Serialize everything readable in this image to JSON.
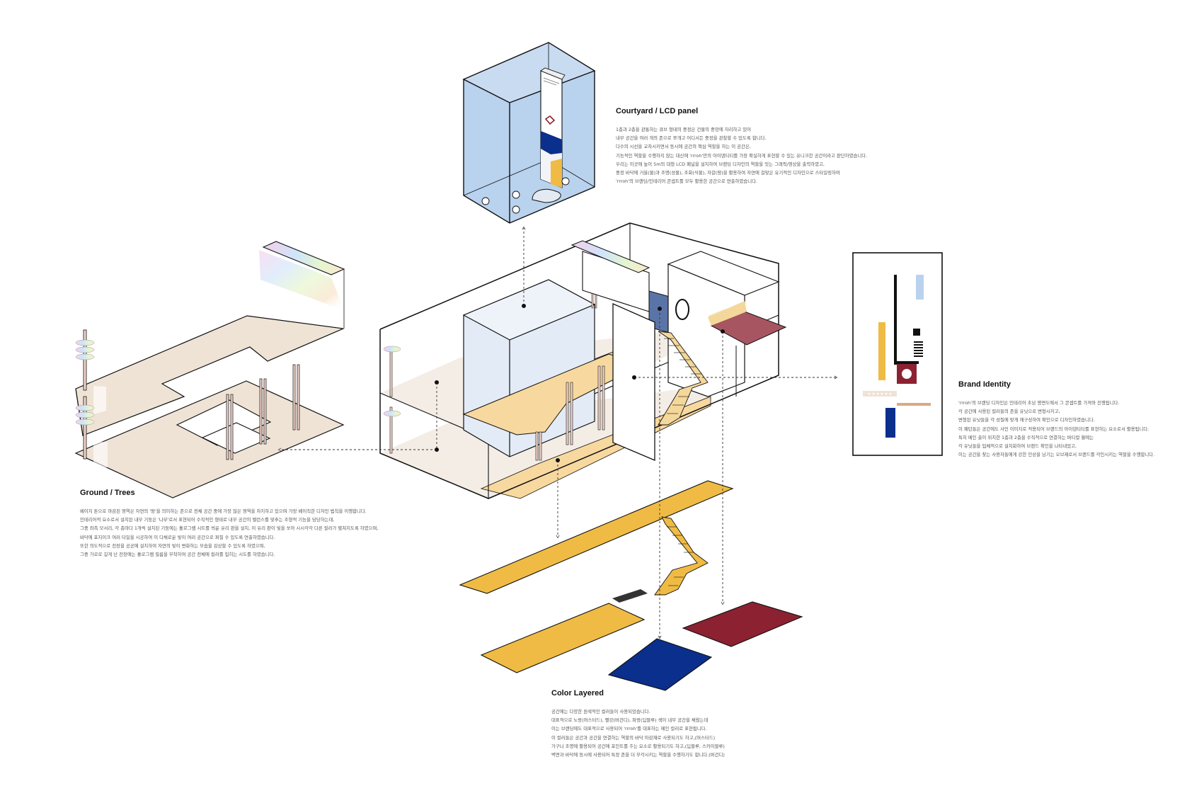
{
  "colors": {
    "mustard": "#f0bb44",
    "burgundy": "#8c2131",
    "cobalt": "#0a2f8c",
    "sky": "#b9d2ee",
    "beige": "#efe3d6",
    "outline": "#111111",
    "rose": "#a85562"
  },
  "courtyard": {
    "title": "Courtyard / LCD panel",
    "lines": [
      "1층과 2층을 관통하는 큐브 형태의 중정은 건물의 중앙에 자리하고 있어",
      "내부 공간을 여러 개의 존으로 쪼개고 어디서든 중정을 관찰할 수 있도록 합니다.",
      "다수의 시선을 교차시키면서 동시에 공간의 핵심 역할을 하는 이 공간은,",
      "기능적인 역할을 수행하지 않는 대신에 'rrroh'만의 아이덴티티를 가장 확실하게 표현할 수 있는 유니크한 공간이라고 판단하였습니다.",
      "우리는 이곳에 높이 5m의 대형 LCD 패널을 설치하여 브랜딩 디자인의 역할을 잇는 그래픽/영상을 출력하였고,",
      "중정 바닥에 거울(물)과 조명(성물), 조화(식물), 자갈(땅)을 활용하여 자연에 걸맞은 유기적인 디자인으로 스타일링하여",
      "'rrroh'의 브랜딩/인테리어 콘셉트를 모두 활용한 공간으로 연출하였습니다."
    ]
  },
  "brand": {
    "title": "Brand Identity",
    "lines": [
      "'rrroh'의 브랜딩 디자인은 인테리어 초남 평면도에서 그 콘셉트를 가져와 진행됩니다.",
      "각 공간에 사용된 컬러들의 존을 유닛으로 변형시키고,",
      "변형된 유닛들을 각 성질에 맞게 재구성하여 확인으로 디자인하였습니다.",
      "이 패턴들은 공간에도 사인 이미지로 적용되어 브랜드의 아이덴티티를 표현하는 요소로서 활용됩니다.",
      "특히 메인 출이 위치한 1층과 2층을 수직적으로 연결하는 버티컬 월에는",
      "각 유닛들을 입체적으로 설치화하여 브랜드 확인을 나타내었고,",
      "이는 공간을 찾는 사용자들에게 강한 인상을 남기는 오브제로서 브랜드를 각인시키는 역할을 수행합니다."
    ]
  },
  "ground": {
    "title": "Ground / Trees",
    "lines": [
      "베이지 톤으로 마감된 영역은 자연의 '땅'을 의미하는 존으로 전체 공간 중에 가장 많은 영역을 차지하고 있으며 가장 베이직한 디자인 법칙을 이행합니다.",
      "인테리어적 요소로서 설치된 내부 기둥은 '나무'로서 표현되어 수직적인 형태로 내부 공간의 밸런스를 맞추는 조형적 기능을 담당하는데,",
      "그중 좌측 모서리, 각 층마다 1개씩 설치된 기둥에는 홀로그램 시트를 씌운 유리 판을 설치, 이 유리 판이 빛을 쏘아 시시각각 다른 컬러가 펼쳐지도록 하였으며,",
      "바닥에 포지이크 여러 타일을 시공하여 이 다채로운 빛이 여러 공간으로 퍼질 수 있도록 연출하였습니다.",
      "또한 의도적으로 천장을 공공에 설치하여 자연의 빛이 변화하는 모습을 감상할 수 있도록 하였으며,",
      "그중 가로로 길게 난 천장에는 홀로그램 필름을 부착하여 공간 전체에 컬러를 입히는 시도를 하였습니다."
    ]
  },
  "colorlayer": {
    "title": "Color Layered",
    "lines": [
      "공간에는 다양한 원색적인 컬러들이 사용되었습니다.",
      "대표적으로 노랑(머스터드), 빨강(버건디), 파랑(딥블루) 색이 내부 공간을 채웠는데",
      "이는 브랜딩에도 대표적으로 사용되어 'rrroh'를 대표하는 메인 컬러로 표현됩니다.",
      "이 컬러들은 공간과 공간을 연결하는 역할의 바닥 마감재로 사용되기도 하고,(머스터드)",
      "가구나 조명에 활용되어 공간에 포인트를 주는 요소로 활용되기도 하고,(딥블루, 스카이블루)",
      "벽면과 바닥에 동시에 사용되어 특정 존을 더 부각시키는 역할을 수행하기도 합니다.(버건디)"
    ]
  }
}
